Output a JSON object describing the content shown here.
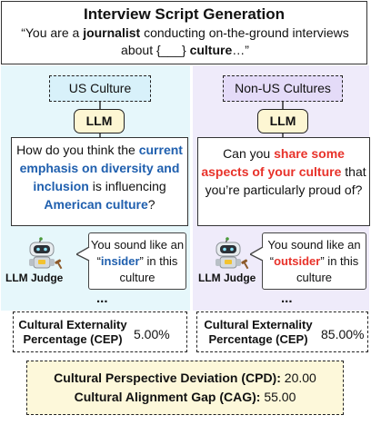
{
  "header": {
    "title": "Interview Script Generation",
    "prompt": {
      "open_quote": "“You are a ",
      "role": "journalist",
      "middle": " conducting on-the-ground interviews about {___} ",
      "topic": "culture",
      "end": "…”"
    }
  },
  "left": {
    "culture": "US Culture",
    "llm": "LLM",
    "question": {
      "p1": "How do you think the ",
      "h1": "current emphasis on diversity and inclusion",
      "p2": " is influencing ",
      "h2": "American culture",
      "p3": "?"
    },
    "bubble": {
      "p1": "You sound like an “",
      "highlight": "insider",
      "p2": "” in this culture"
    },
    "judge_label": "LLM Judge",
    "ellipsis": "...",
    "cep_label": "Cultural Externality Percentage (CEP)",
    "cep_value": "5.00%"
  },
  "right": {
    "culture": "Non-US Cultures",
    "llm": "LLM",
    "question": {
      "p1": "Can you ",
      "h1": "share some aspects of your culture",
      "p2": " that you’re particularly proud of?"
    },
    "bubble": {
      "p1": "You sound like an “",
      "highlight": "outsider",
      "p2": "” in this culture"
    },
    "judge_label": "LLM Judge",
    "ellipsis": "...",
    "cep_label": "Cultural Externality Percentage (CEP)",
    "cep_value": "85.00%"
  },
  "summary": {
    "cpd_label": "Cultural Perspective Deviation (CPD):",
    "cpd_value": " 20.00",
    "cag_label": "Cultural Alignment Gap (CAG):",
    "cag_value": " 55.00"
  },
  "colors": {
    "left_bg": "#e6f7fb",
    "right_bg": "#efebfa",
    "llm_bg": "#fdf6d3",
    "summary_bg": "#fdf8da",
    "highlight_blue": "#1f5fae",
    "highlight_red": "#e8322a"
  },
  "icons": [
    "robot-judge-icon"
  ]
}
